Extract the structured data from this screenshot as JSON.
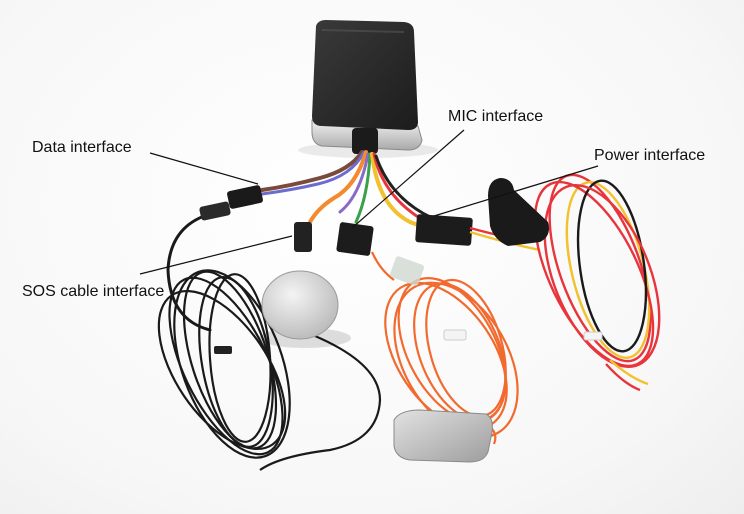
{
  "labels": {
    "data": "Data interface",
    "mic": "MIC interface",
    "power": "Power interface",
    "sos": "SOS cable interface"
  },
  "colors": {
    "device_body": "#2b2b2b",
    "black_cable": "#1a1a1a",
    "orange_cable": "#f26a2e",
    "red_cable": "#e8343b",
    "yellow_wire": "#f2c12e",
    "antenna": "#d9d9d9"
  }
}
